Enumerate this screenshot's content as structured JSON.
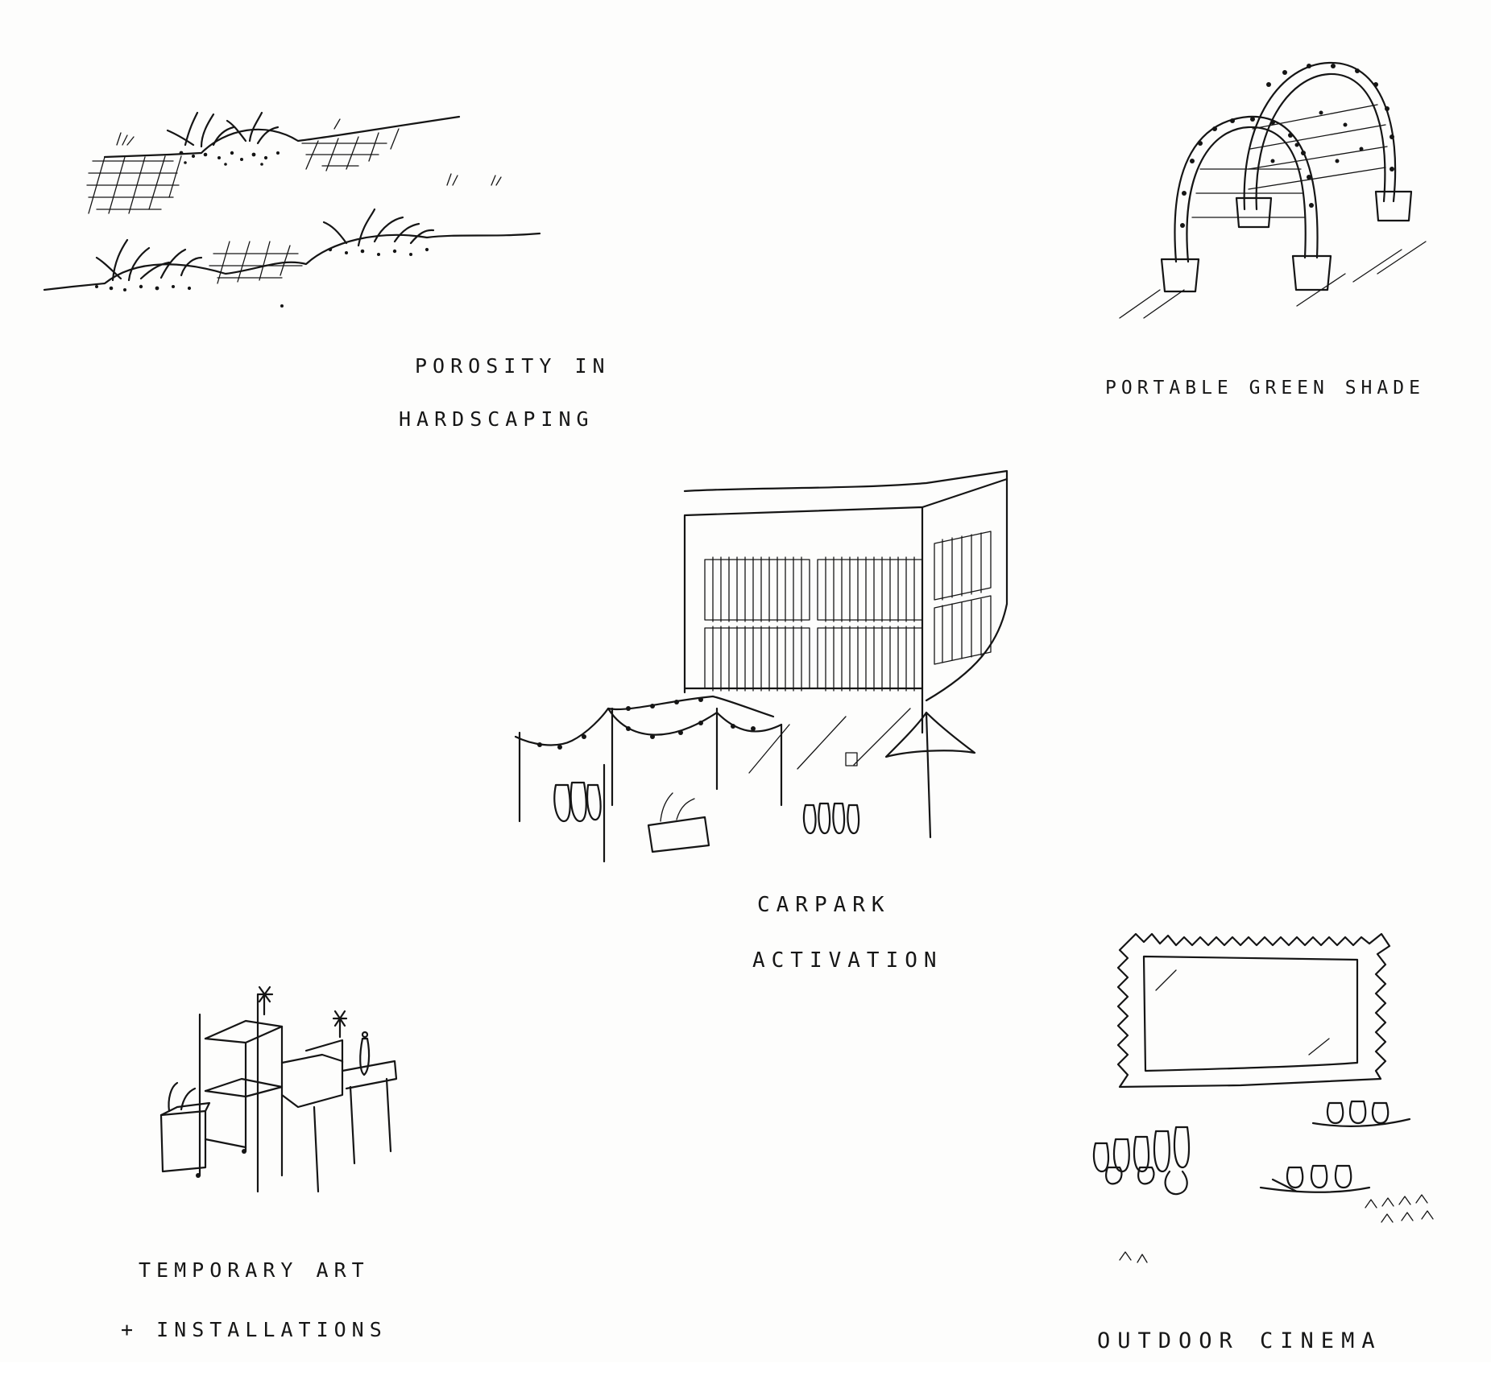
{
  "sketches": {
    "porosity": {
      "caption_lines": [
        "POROSITY IN",
        "HARDSCAPING"
      ],
      "icon": "planted-ground-hatched-paving-icon"
    },
    "green_shade": {
      "caption_lines": [
        "PORTABLE GREEN SHADE"
      ],
      "icon": "planted-arch-icon"
    },
    "carpark": {
      "caption_lines": [
        "CARPARK",
        "ACTIVATION"
      ],
      "icon": "carpark-building-icon"
    },
    "art": {
      "caption_lines": [
        "TEMPORARY ART",
        "+ INSTALLATIONS"
      ],
      "icon": "stacked-boxes-icon"
    },
    "cinema": {
      "caption_lines": [
        "OUTDOOR CINEMA"
      ],
      "icon": "cinema-screen-icon"
    }
  },
  "colors": {
    "ink": "#151515",
    "paper": "#fdfdfc"
  }
}
